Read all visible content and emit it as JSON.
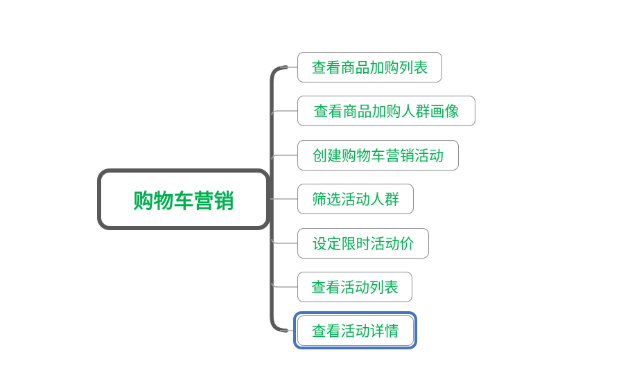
{
  "root": {
    "label": "购物车营销"
  },
  "children": [
    {
      "label": "查看商品加购列表",
      "selected": false
    },
    {
      "label": "查看商品加购人群画像",
      "selected": false
    },
    {
      "label": "创建购物车营销活动",
      "selected": false
    },
    {
      "label": "筛选活动人群",
      "selected": false
    },
    {
      "label": "设定限时活动价",
      "selected": false
    },
    {
      "label": "查看活动列表",
      "selected": false
    },
    {
      "label": "查看活动详情",
      "selected": true
    }
  ],
  "colors": {
    "node_text_green": "#00B050",
    "root_border_gray": "#595959",
    "child_border_gray": "#8C8C8C",
    "branch_line_gray": "#A8A8A8",
    "selection_blue": "#4472C4",
    "background": "#FFFFFF"
  }
}
